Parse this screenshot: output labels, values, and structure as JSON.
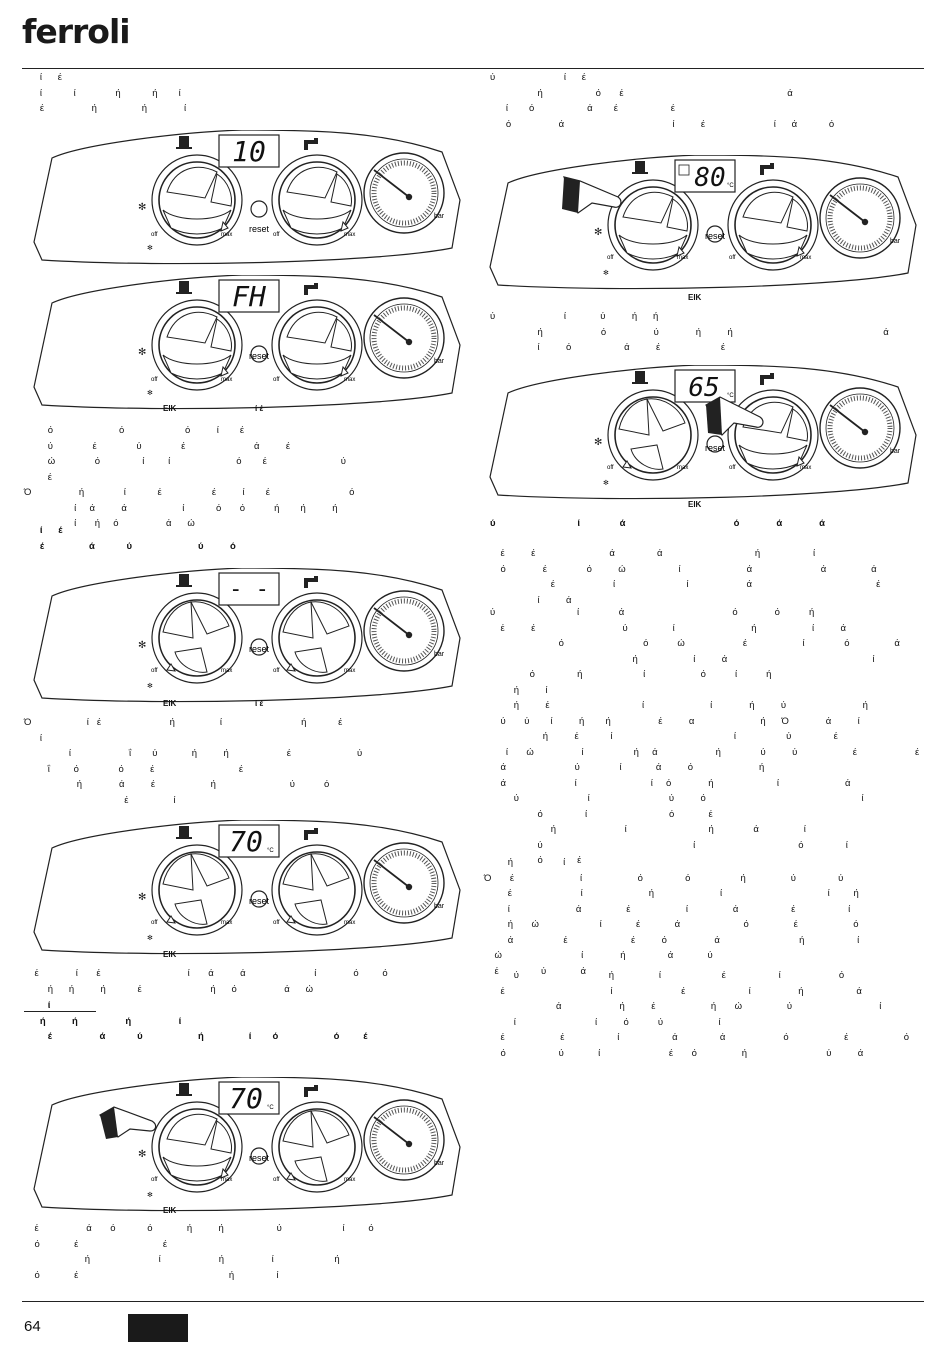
{
  "header": {
    "brand": "ferroli"
  },
  "footer": {
    "page_number": "64"
  },
  "panel_labels": {
    "reset": "reset",
    "bar": "bar",
    "off": "off",
    "max": "max"
  },
  "panels": [
    {
      "display": "10",
      "unit": ""
    },
    {
      "display": "FH",
      "unit": ""
    },
    {
      "display": "- -",
      "unit": ""
    },
    {
      "display": "70",
      "unit": "°C"
    },
    {
      "display": "70",
      "unit": "°C"
    },
    {
      "display": "80",
      "unit": "°C"
    },
    {
      "display": "65",
      "unit": "°C"
    }
  ],
  "captions": {
    "c2": "ΕΙΚ",
    "c2b": "ί    έ",
    "c3": "ΕΙΚ",
    "c3b": "ί    έ",
    "c4": "ΕΙΚ",
    "c5": "ΕΙΚ",
    "c6": "ΕΙΚ",
    "c7": "ΕΙΚ"
  },
  "left_text": {
    "t1": "      ί      έ\n      ί            ί               ή            ή        ί\n      έ                  ή                 ή              ί",
    "t2": "         ό                         ό                       ό          ί        έ\n         ύ               έ               ύ               έ                          ά          έ\n         ώ               ό                ί         ί                         ό        έ                            ύ\n         έ\nΌ                  ή               ί            έ                   έ          ί        έ                              ό\n                   ί     ά          ά                     ί            ό       ό           ή        ή          ή\n                   ί       ή     ό                  ά      ώ",
    "t3": "      ί      έ\n      έ                 ά            ύ                         ύ          ό",
    "t4": "Ό                     ί   έ                          ή                 ί                              ή            έ\n      ί\n                 ί                      ΐ        ύ             ή          ή                      έ                         ύ\n         ΐ         ό               ό          έ                                έ\n                    ή              ά          έ                     ή                            ύ           ό\n                                      έ                 ί",
    "t5": "    έ              ί       έ                                 ί       ά          ά                          ί              ό         ό\n         ή      ή          ή            έ                          ή      ό                  ά      ώ",
    "t6": "         ί\n      ή          ή                  ή                  ί\n         έ                  ά            ύ                     ή                 ί        ό                     ό         έ",
    "t7": "    έ                  ά       ό            ό             ή          ή                    ύ                       ί         ό\n    ό             έ                                έ\n                       ή                          ί                      ή                  ί                       ή\n    ό             έ                                                         ή                ί"
  },
  "right_text": {
    "r1": "ύ                          ί      έ\n                  ή                    ό       έ                                                              ά\n      ί        ό                    ά        έ                    έ\n      ό                  ά                                         ί          έ                          ί      ά            ό",
    "r2": "ύ                          ί             ύ          ή      ή\n                  ή                      ό                  ύ              ή          ή                                                         ά\n                  ί          ό                    ά          έ                       έ",
    "r3": "ύ                               ί               ά                                         ό              ά              ά",
    "r4": "    έ          έ                            ά                ά                                   ή                    ί\n    ό              έ               ό          ώ                    ί                         ά                          ά                 ά\n                       έ                      ί                           ί                      ά                                               έ\n                  ί          ά",
    "r5": "ύ                               ί               ά                                         ό              ό           ή\n    έ          έ                                 ύ                 ί                             ή                     ί          ά\n                          ό                              ό           ώ                      έ                     ί               ό                 ά\n                                                      ή                     ί          ά                                                       ί\n               ό                ή                       ί                     ό           ί           ή\n         ή          ί\n         ή          έ                                   ί                         ί              ή          ύ                             ή\n    ύ       ύ        ί          ή        ή                  έ          α                         ή      Ό              ά          ί\n                    ή          έ            ί                                              ί                   ύ                έ\n      ί       ώ                  ί                   ή     ά                      ή               ύ          ύ                     έ                      έ\n    ά                          ύ               ί             ά          ό                         ή\n    ά                          ί                            ί     ό              ή                        ί                         ά\n         ύ                          ί                              ύ          ό                                                           ί\n                  ό                ί                               ό             έ\n                       ή                          ί                               ή               ά                 ί\n                  ύ                                                         ί                                       ό                ί\n                  ό             έ",
    "r6": "         ή                   ί\nΌ       έ                         ί                     ό                ό                   ή                 ύ                ύ\n         έ                          ί                         ή                         ί                                        ί         ή\n         ί                         ά                 έ                     ί                 ά                    έ                    ί\n         ή       ώ                       ί             έ             ά                        ό                 έ                     ό\n         ά                   έ                        έ          ό                  ά                              ή                    ί\n    ώ                              ί              ή                ά             ύ\n    έ                ύ             ά",
    "r7": "         ύ                                  ή                 ί                       έ                    ί                      ό\n    έ                                        ί                          έ                        ί                  ή                    ά\n                         ά                      ή          έ                     ή       ώ                 ύ                                 ί\n         ί                              ί          ό           ύ                     ί\n    έ                     έ                    ί                    ά                ά                      ό                     έ                     ό\n    ό                    ύ             ί                          έ       ό                 ή                              ύ          ά"
  }
}
